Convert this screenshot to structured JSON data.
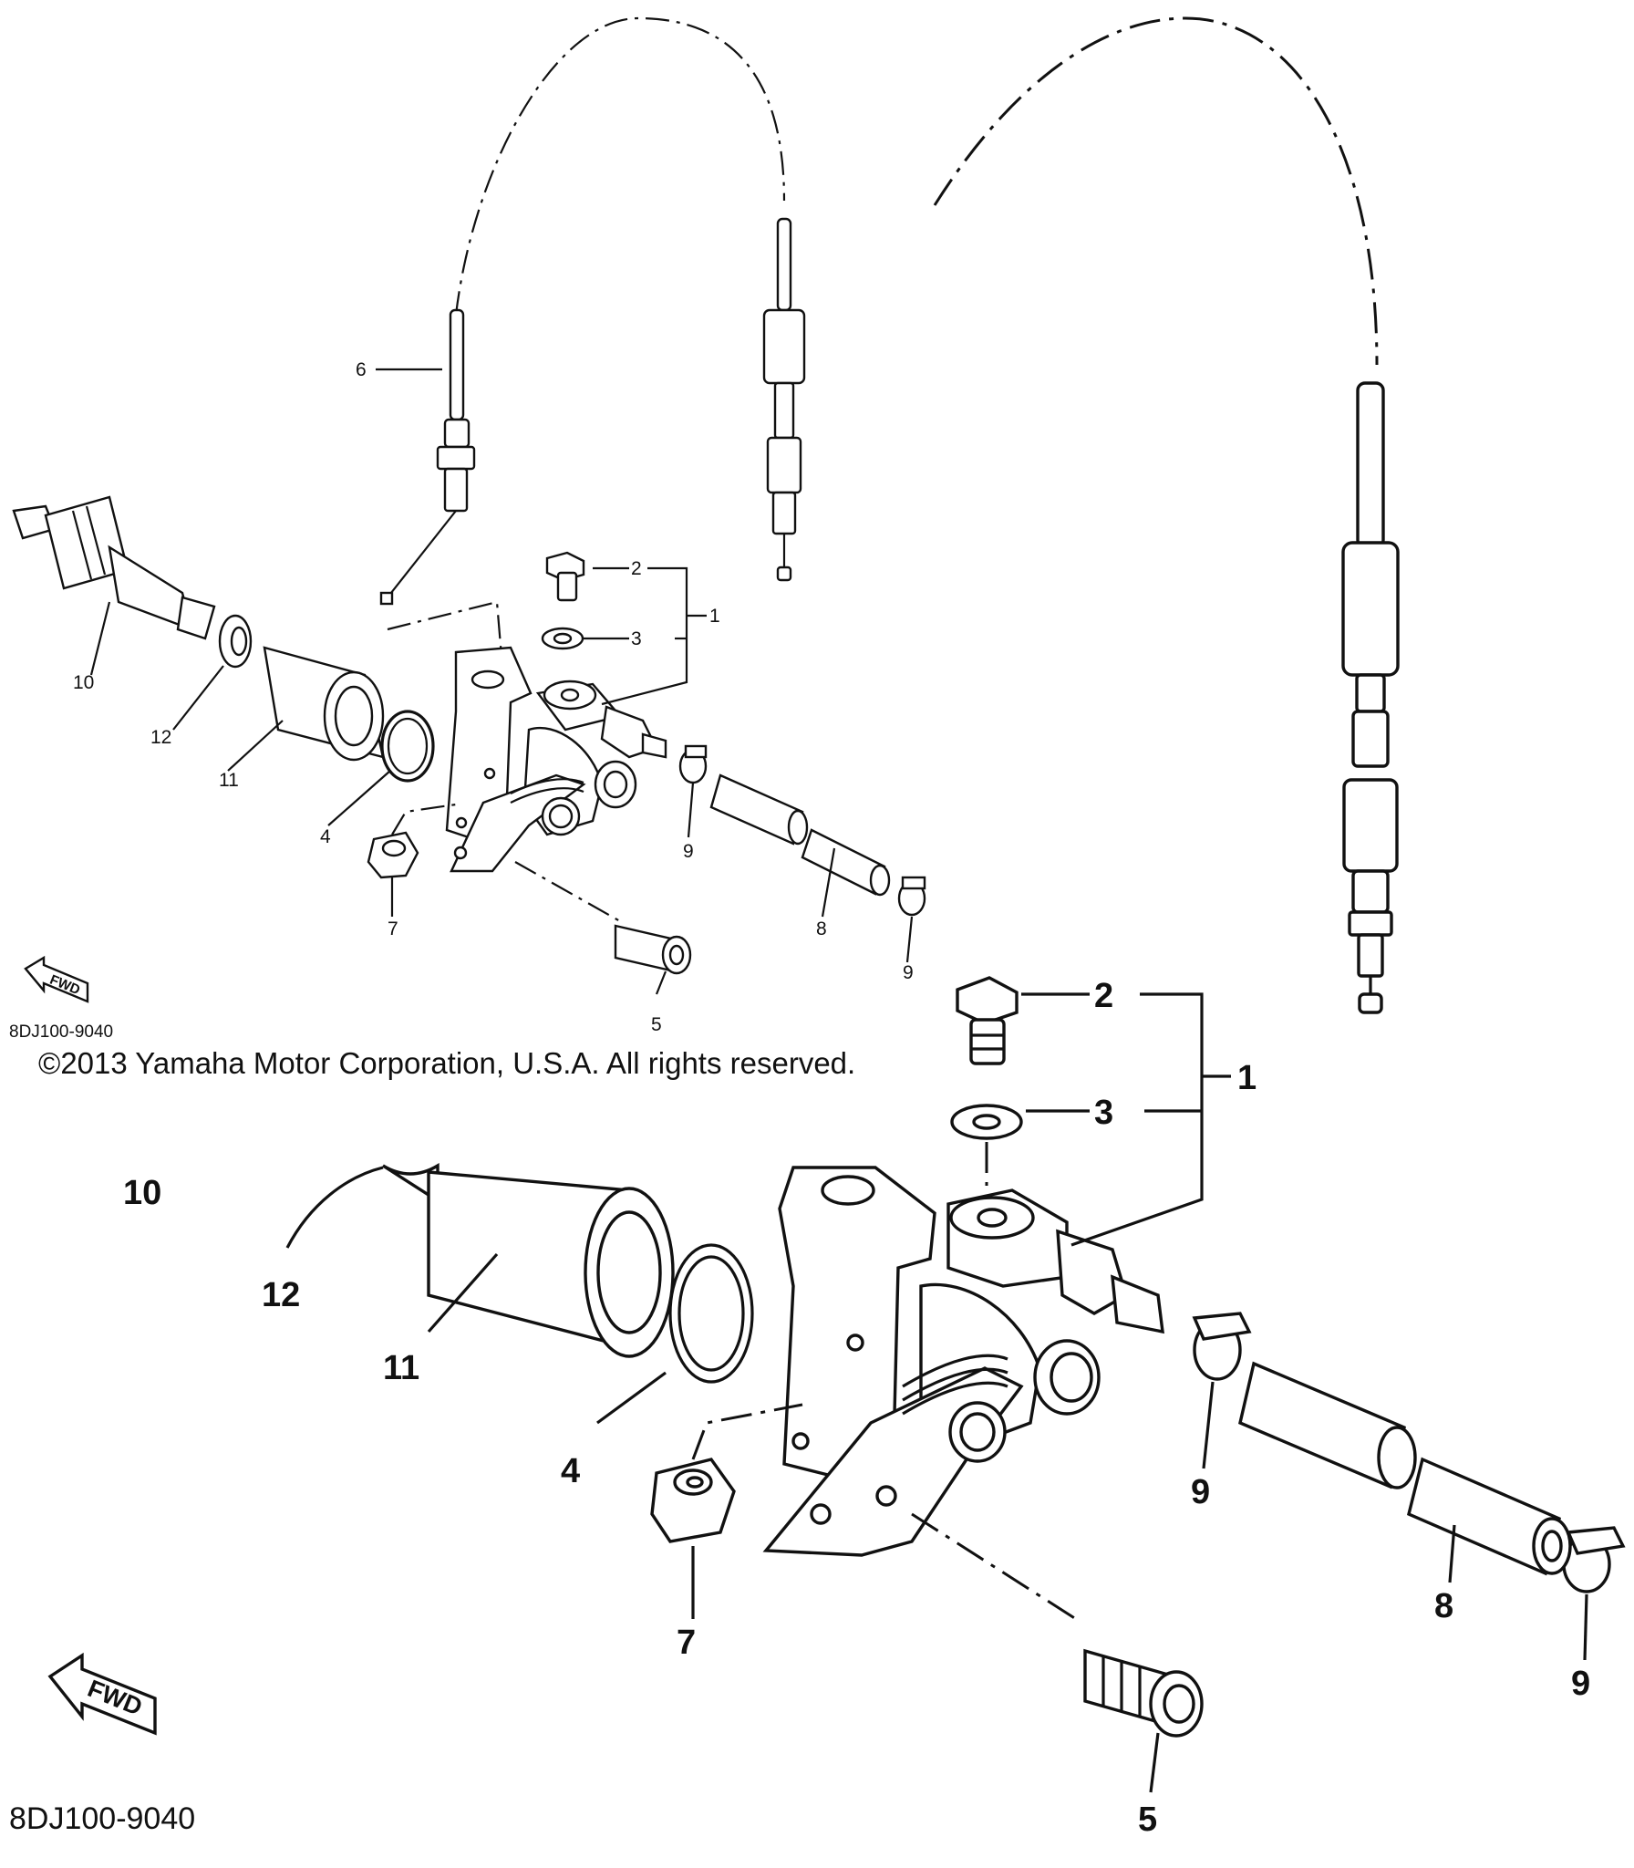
{
  "diagram_code": "8DJ100-9040",
  "copyright": "©2013 Yamaha Motor Corporation, U.S.A. All rights reserved.",
  "fwd_label": "FWD",
  "callouts": {
    "c1": "1",
    "c2": "2",
    "c3": "3",
    "c4": "4",
    "c5": "5",
    "c6": "6",
    "c7": "7",
    "c8": "8",
    "c9": "9",
    "c10": "10",
    "c11": "11",
    "c12": "12"
  }
}
